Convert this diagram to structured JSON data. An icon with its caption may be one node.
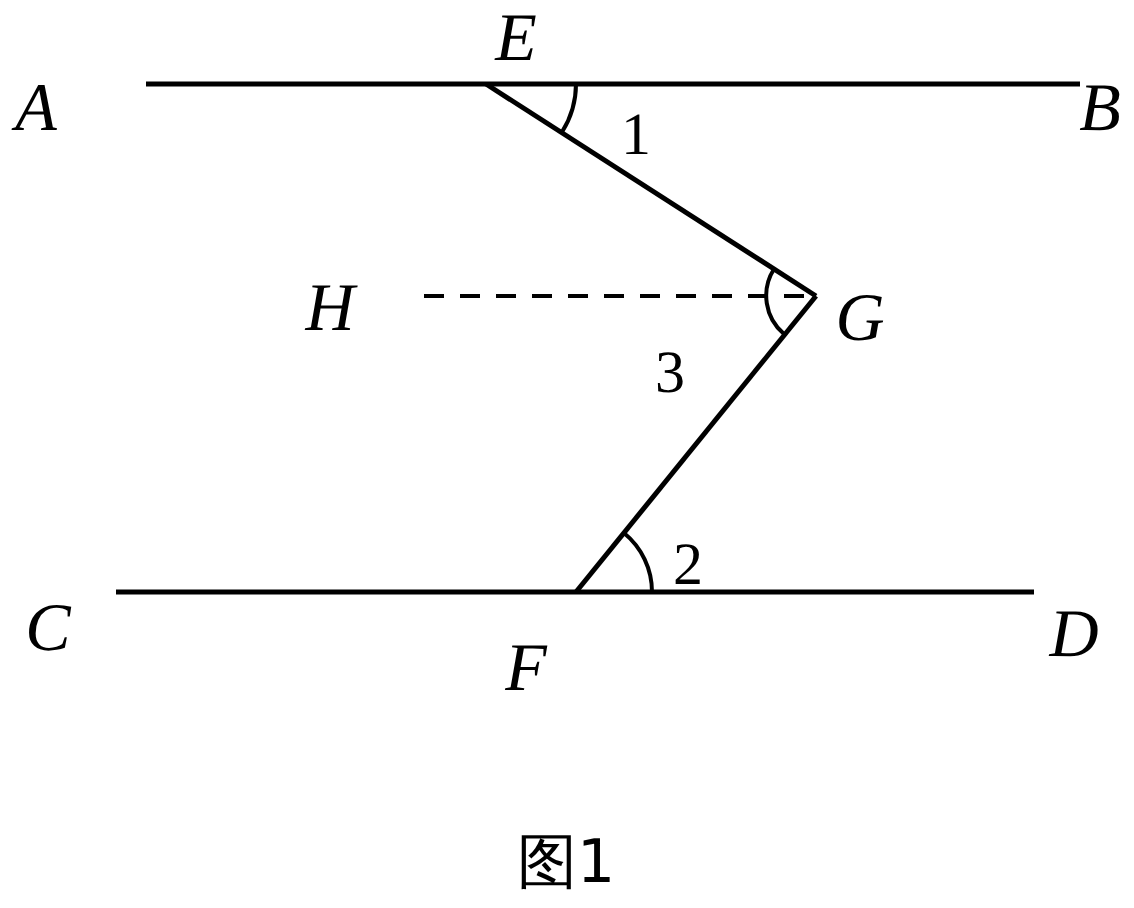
{
  "diagram": {
    "caption": "图1",
    "labels": [
      "E",
      "A",
      "B",
      "1",
      "H",
      "G",
      "3",
      "2",
      "C",
      "D",
      "F"
    ]
  }
}
